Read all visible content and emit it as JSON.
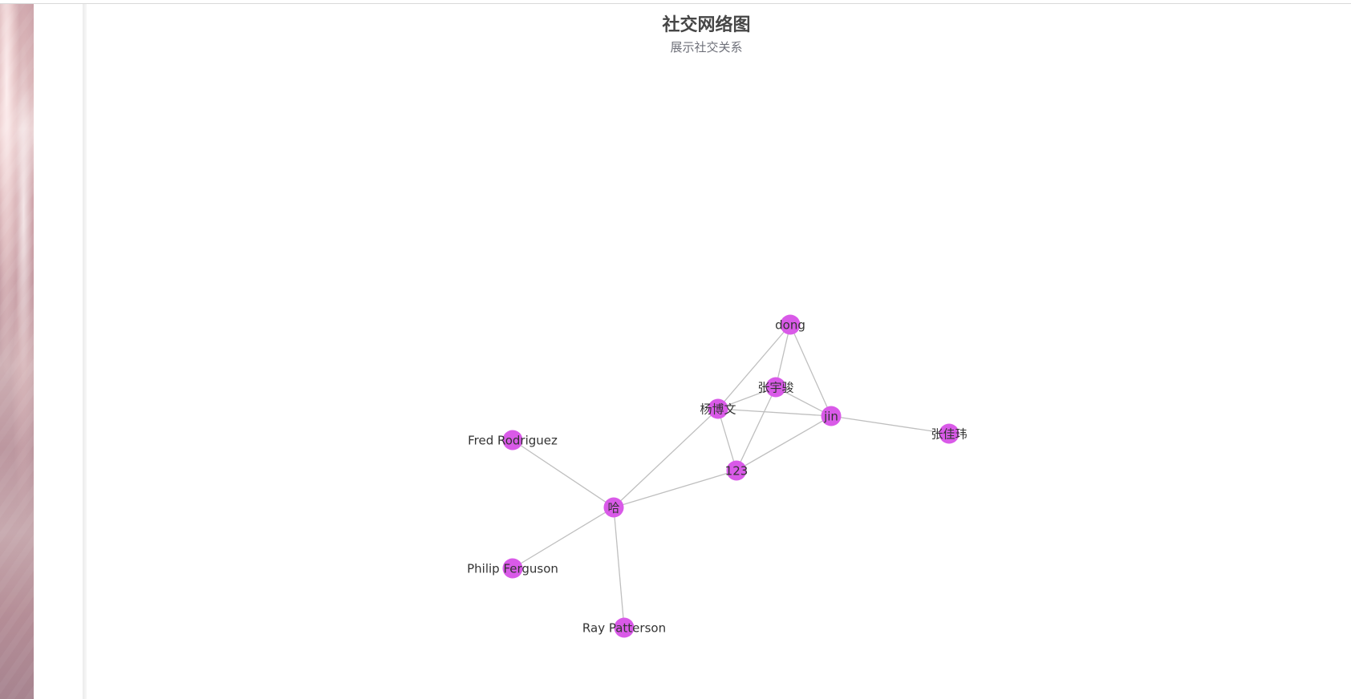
{
  "chart_data": {
    "type": "graph",
    "title": "社交网络图",
    "subtitle": "展示社交关系",
    "nodes": [
      {
        "id": "dong",
        "label": "dong"
      },
      {
        "id": "zhangyujun",
        "label": "张宇骏"
      },
      {
        "id": "yangbowen",
        "label": "杨博文"
      },
      {
        "id": "jin",
        "label": "jin"
      },
      {
        "id": "zhangjiawei",
        "label": "张佳玮"
      },
      {
        "id": "n123",
        "label": "123"
      },
      {
        "id": "ha",
        "label": "哈"
      },
      {
        "id": "fred",
        "label": "Fred Rodriguez"
      },
      {
        "id": "philip",
        "label": "Philip Ferguson"
      },
      {
        "id": "ray",
        "label": "Ray Patterson"
      }
    ],
    "edges": [
      [
        "dong",
        "zhangyujun"
      ],
      [
        "dong",
        "yangbowen"
      ],
      [
        "dong",
        "jin"
      ],
      [
        "zhangyujun",
        "yangbowen"
      ],
      [
        "zhangyujun",
        "jin"
      ],
      [
        "zhangyujun",
        "n123"
      ],
      [
        "yangbowen",
        "jin"
      ],
      [
        "yangbowen",
        "n123"
      ],
      [
        "yangbowen",
        "ha"
      ],
      [
        "jin",
        "n123"
      ],
      [
        "jin",
        "zhangjiawei"
      ],
      [
        "n123",
        "ha"
      ],
      [
        "ha",
        "fred"
      ],
      [
        "ha",
        "philip"
      ],
      [
        "ha",
        "ray"
      ]
    ],
    "colors": {
      "node": "#d95ae8",
      "edge": "#bfbfbf",
      "label": "#333333",
      "title": "#464646",
      "subtitle": "#6e7079"
    }
  }
}
